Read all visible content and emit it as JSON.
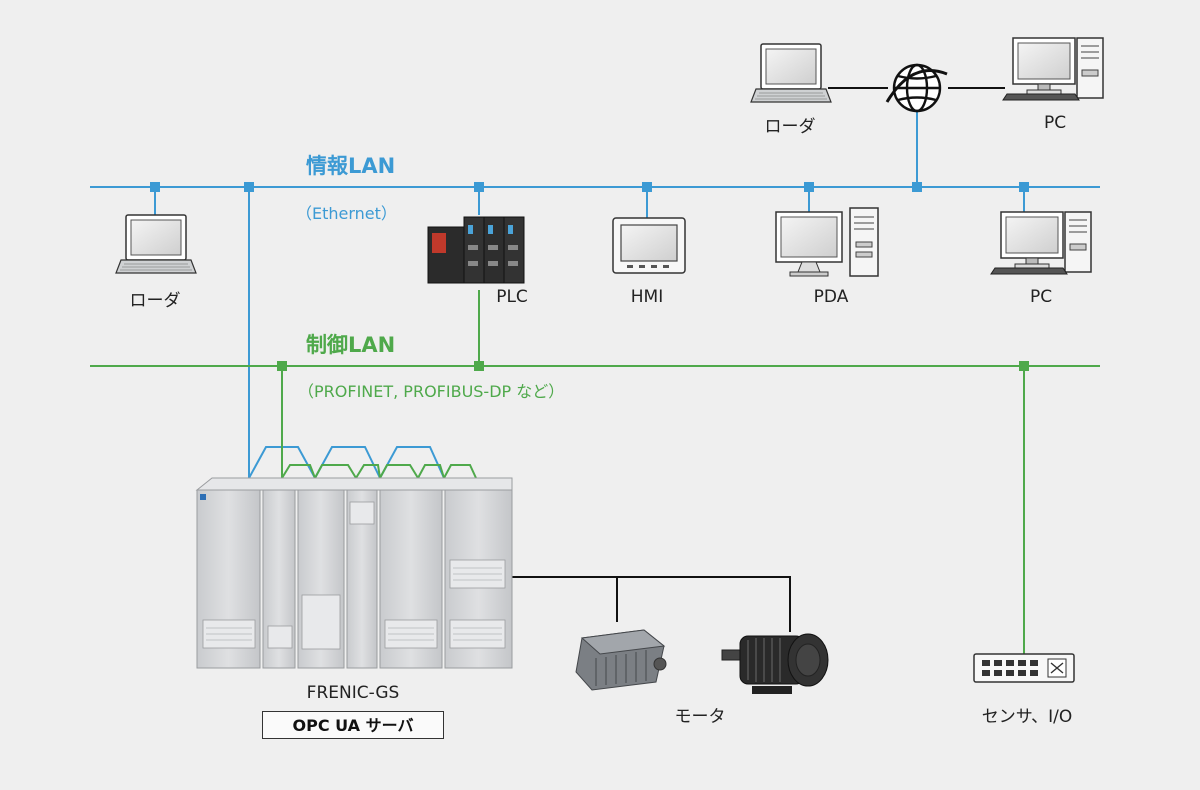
{
  "networks": {
    "info": {
      "title": "情報LAN",
      "subtitle": "（Ethernet）",
      "color": "#3c9ad4"
    },
    "control": {
      "title": "制御LAN",
      "subtitle": "（PROFINET, PROFIBUS-DP など）",
      "color": "#4fa94b"
    }
  },
  "devices": {
    "remote_loader": "ローダ",
    "remote_pc": "PC",
    "loader": "ローダ",
    "plc": "PLC",
    "hmi": "HMI",
    "pda": "PDA",
    "pc": "PC",
    "inverter": "FRENIC-GS",
    "inverter_role": "OPC UA サーバ",
    "motor": "モータ",
    "sensor": "センサ、I/O"
  },
  "icons": [
    "laptop-icon",
    "globe-icon",
    "desktop-pc-icon",
    "plc-icon",
    "hmi-icon",
    "inverter-cabinet-icon",
    "motor-icon",
    "network-switch-icon"
  ]
}
